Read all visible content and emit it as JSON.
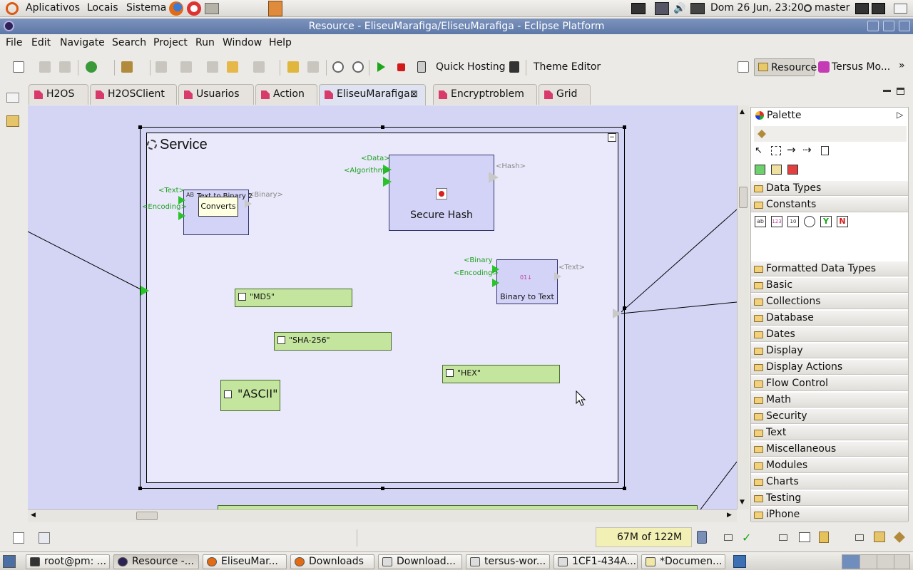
{
  "top_panel": {
    "menus": [
      "Aplicativos",
      "Locais",
      "Sistema"
    ],
    "clock": "Dom 26 Jun, 23:20",
    "user": "master"
  },
  "window": {
    "title": "Resource - EliseuMarafiga/EliseuMarafiga - Eclipse Platform"
  },
  "menubar": [
    "File",
    "Edit",
    "Navigate",
    "Search",
    "Project",
    "Run",
    "Window",
    "Help"
  ],
  "toolbar": {
    "quick_hosting": "Quick Hosting",
    "theme_editor": "Theme Editor",
    "perspective_resource": "Resource",
    "perspective_tersus": "Tersus Mo..."
  },
  "tabs": [
    "H2OS",
    "H2OSClient",
    "Usuarios",
    "Action",
    "EliseuMarafiga",
    "Encryptroblem",
    "Grid"
  ],
  "active_tab": "EliseuMarafiga",
  "diagram": {
    "service_title": "Service",
    "text_to_binary": "Text to Binary 2",
    "tooltip": "Converts",
    "secure_hash": "Secure Hash",
    "binary_to_text": "Binary to Text",
    "constants": {
      "md5": "\"MD5\"",
      "sha256": "\"SHA-256\"",
      "ascii": "\"ASCII\"",
      "hex": "\"HEX\""
    },
    "ports": {
      "text": "<Text>",
      "encoding": "<Encoding>",
      "binary": "<Binary>",
      "data": "<Data>",
      "algorithm": "<Algorithm>",
      "hash": "<Hash>",
      "binary_in": "<Binary",
      "encoding_in": "<Encoding>",
      "text_out": "<Text>"
    }
  },
  "palette": {
    "title": "Palette",
    "groups": [
      "Data Types",
      "Constants"
    ],
    "constant_icons": [
      "ab",
      "123",
      "10",
      "clock",
      "Y",
      "N"
    ],
    "categories": [
      "Formatted Data Types",
      "Basic",
      "Collections",
      "Database",
      "Dates",
      "Display",
      "Display Actions",
      "Flow Control",
      "Math",
      "Security",
      "Text",
      "Miscellaneous",
      "Modules",
      "Charts",
      "Testing",
      "iPhone"
    ]
  },
  "status": {
    "memory": "67M of 122M"
  },
  "taskbar": [
    "root@pm: ...",
    "Resource -...",
    "EliseuMar...",
    "Downloads",
    "Download...",
    "tersus-wor...",
    "1CF1-434A...",
    "*Documen..."
  ]
}
